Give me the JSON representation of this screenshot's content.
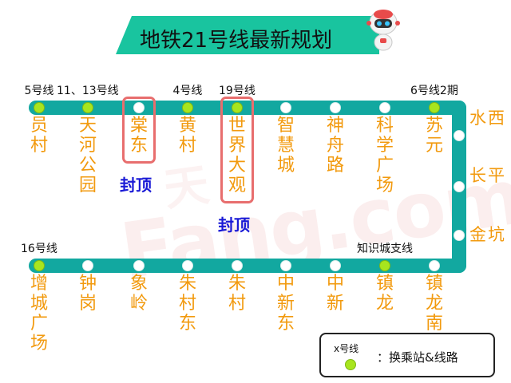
{
  "title": "地铁21号线最新规划",
  "watermark": "Fang.com",
  "watermark_cn": "天",
  "colors": {
    "track": "#12a8a0",
    "banner": "#19c49f",
    "station_label": "#f29a0e",
    "transfer_dot": "#a8e51e",
    "note": "#1a1ad6",
    "highlight": "#e86e6e"
  },
  "top_stations": [
    {
      "name": "员村",
      "transfer": true,
      "line": "5号线"
    },
    {
      "name": "天河公园",
      "transfer": true,
      "line": "11、13号线"
    },
    {
      "name": "棠东",
      "transfer": false,
      "line": "",
      "note": "封顶",
      "highlighted": true
    },
    {
      "name": "黄村",
      "transfer": true,
      "line": "4号线"
    },
    {
      "name": "世界大观",
      "transfer": true,
      "line": "19号线",
      "note": "封顶",
      "highlighted": true
    },
    {
      "name": "智慧城",
      "transfer": false,
      "line": ""
    },
    {
      "name": "神舟路",
      "transfer": false,
      "line": ""
    },
    {
      "name": "科学广场",
      "transfer": false,
      "line": ""
    },
    {
      "name": "苏元",
      "transfer": true,
      "line": "6号线2期"
    }
  ],
  "right_stations": [
    {
      "name": "水西",
      "transfer": false
    },
    {
      "name": "长平",
      "transfer": false
    },
    {
      "name": "金坑",
      "transfer": false
    }
  ],
  "bottom_stations": [
    {
      "name": "增城广场",
      "transfer": true,
      "line": "16号线"
    },
    {
      "name": "钟岗",
      "transfer": false,
      "line": ""
    },
    {
      "name": "象岭",
      "transfer": false,
      "line": ""
    },
    {
      "name": "朱村东",
      "transfer": false,
      "line": ""
    },
    {
      "name": "朱村",
      "transfer": false,
      "line": ""
    },
    {
      "name": "中新东",
      "transfer": false,
      "line": ""
    },
    {
      "name": "中新",
      "transfer": false,
      "line": ""
    },
    {
      "name": "镇龙",
      "transfer": true,
      "line": "知识城支线"
    },
    {
      "name": "镇龙南",
      "transfer": false,
      "line": ""
    }
  ],
  "legend": {
    "tag": "x号线",
    "text": "：换乘站&线路"
  }
}
